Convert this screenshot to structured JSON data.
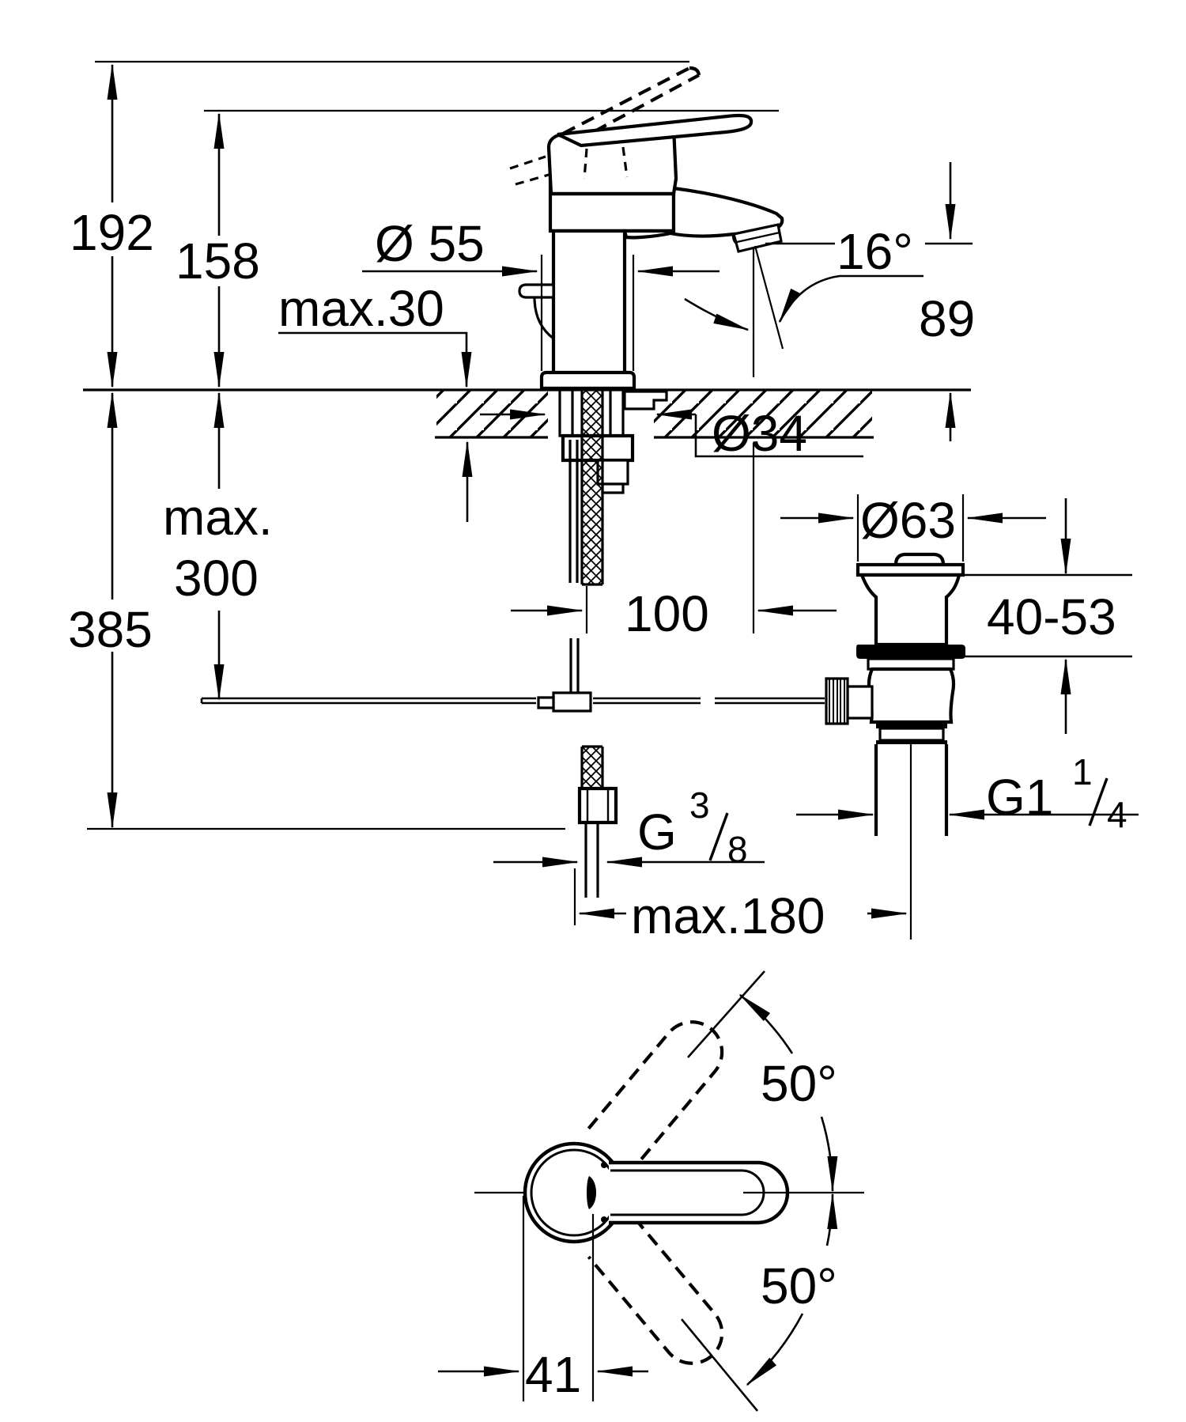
{
  "drawing": {
    "title": "Single-lever basin mixer installation dimension drawing",
    "units": "mm",
    "line_color": "#000000",
    "background_color": "#ffffff"
  },
  "dimensions": {
    "overall_height_raised_handle": "192",
    "height_to_handle": "158",
    "body_base_diameter": "Ø 55",
    "max_deck_thickness": "max.30",
    "spout_stream_angle": "16°",
    "spout_outlet_height": "89",
    "mounting_hole_diameter": "Ø34",
    "max_hose_depth_word": "max.",
    "max_hose_depth_value": "300",
    "overall_depth_below_deck": "385",
    "spout_reach": "100",
    "waste_flange_diameter": "Ø63",
    "waste_deck_clamping_range": "40-53",
    "waste_thread": {
      "base": "G1",
      "sup": "1",
      "sub": "4"
    },
    "supply_thread": {
      "base": "G",
      "sup": "3",
      "sub": "8"
    },
    "max_pullrod_to_waste_distance": "max.180",
    "handle_swing_angle_up": "50°",
    "handle_swing_angle_down": "50°",
    "handle_axis_offset": "41"
  }
}
